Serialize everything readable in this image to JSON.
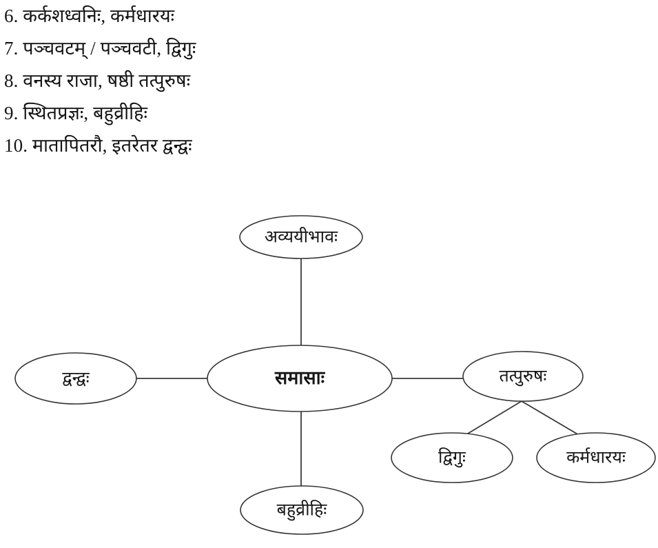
{
  "answers": {
    "items": [
      "6. कर्कशध्वनिः, कर्मधारयः",
      "7. पञ्चवटम् / पञ्चवटी, द्विगुः",
      "8. वनस्य राजा, षष्ठी तत्पुरुषः",
      "9. स्थितप्रज्ञः, बहुव्रीहिः",
      "10. मातापितरौ, इतरेतर द्वन्द्वः"
    ]
  },
  "diagram": {
    "type": "mind-map",
    "root": {
      "label": "समासाः"
    },
    "nodes": [
      {
        "id": "avyayibhava",
        "label": "अव्ययीभावः",
        "position": "top"
      },
      {
        "id": "dvandva",
        "label": "द्वन्द्वः",
        "position": "left"
      },
      {
        "id": "tatpurusha",
        "label": "तत्पुरुषः",
        "position": "right"
      },
      {
        "id": "bahuvrihi",
        "label": "बहुव्रीहिः",
        "position": "bottom"
      },
      {
        "id": "dvigu",
        "label": "द्विगुः",
        "position": "child-of-tatpurusha-left"
      },
      {
        "id": "karmadharaya",
        "label": "कर्मधारयः",
        "position": "child-of-tatpurusha-right"
      }
    ],
    "edges": [
      {
        "from": "samasa",
        "to": "avyayibhava"
      },
      {
        "from": "samasa",
        "to": "dvandva"
      },
      {
        "from": "samasa",
        "to": "tatpurusha"
      },
      {
        "from": "samasa",
        "to": "bahuvrihi"
      },
      {
        "from": "tatpurusha",
        "to": "dvigu"
      },
      {
        "from": "tatpurusha",
        "to": "karmadharaya"
      }
    ],
    "colors": {
      "stroke": "#333333",
      "fill": "#ffffff",
      "text": "#171717"
    }
  }
}
